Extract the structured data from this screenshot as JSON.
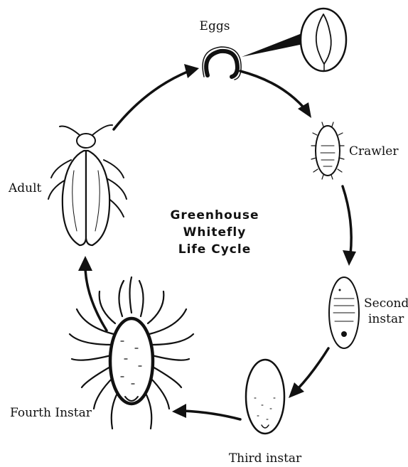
{
  "diagram": {
    "title_lines": [
      "Greenhouse",
      "Whitefly",
      "Life Cycle"
    ],
    "stages": {
      "eggs": "Eggs",
      "crawler": "Crawler",
      "second_instar_line1": "Second",
      "second_instar_line2": "instar",
      "third_instar": "Third instar",
      "fourth_instar": "Fourth Instar",
      "adult": "Adult"
    }
  }
}
